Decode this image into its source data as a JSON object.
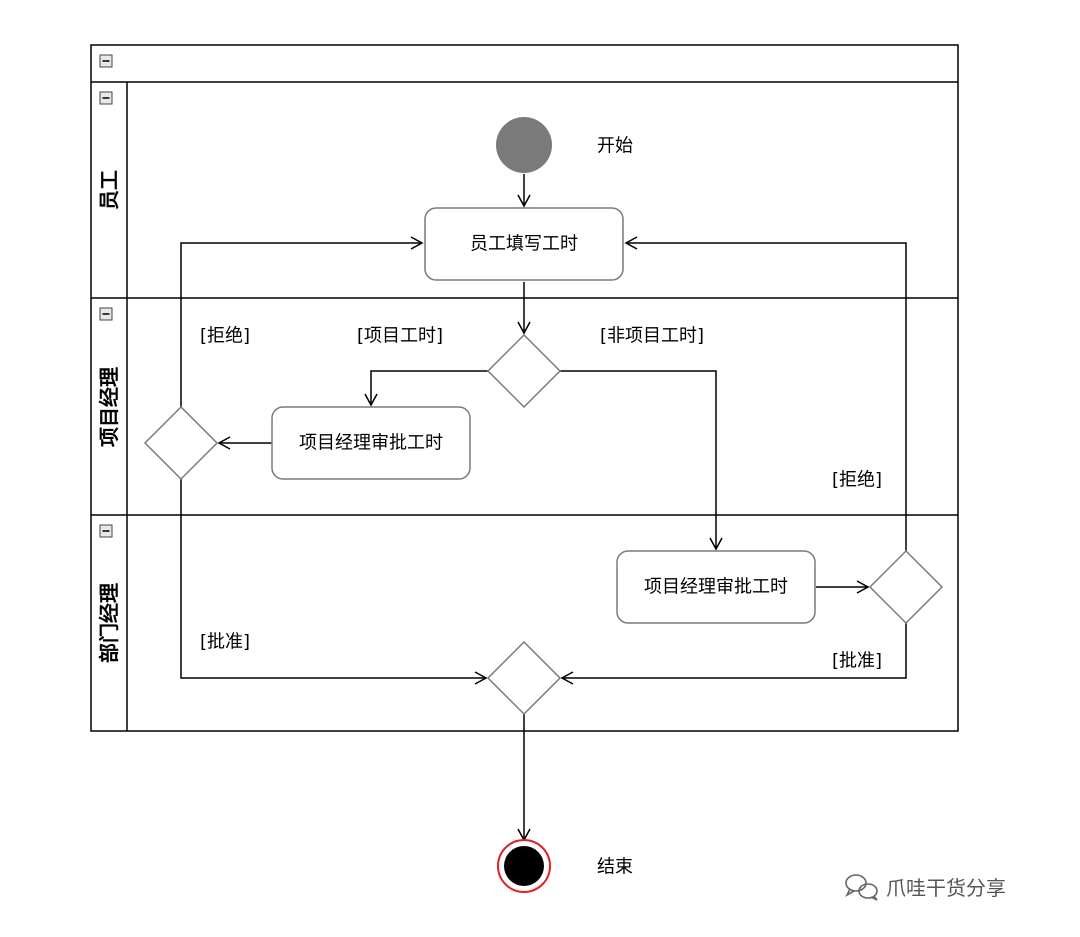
{
  "lanes": {
    "employee": "员工",
    "project_manager": "项目经理",
    "department_manager": "部门经理"
  },
  "start_label": "开始",
  "end_label": "结束",
  "actions": {
    "fill_hours": "员工填写工时",
    "pm_approve_project": "项目经理审批工时",
    "pm_approve_nonproject": "项目经理审批工时"
  },
  "guards": {
    "project_hours": "[项目工时]",
    "nonproject_hours": "[非项目工时]",
    "reject_left": "[拒绝]",
    "reject_right": "[拒绝]",
    "approve_left": "[批准]",
    "approve_right": "[批准]"
  },
  "watermark": "爪哇干货分享",
  "colors": {
    "start_node": "#7a7a7a",
    "end_ring": "#e02020",
    "border": "#000000",
    "node_stroke": "#7a7a7a"
  }
}
